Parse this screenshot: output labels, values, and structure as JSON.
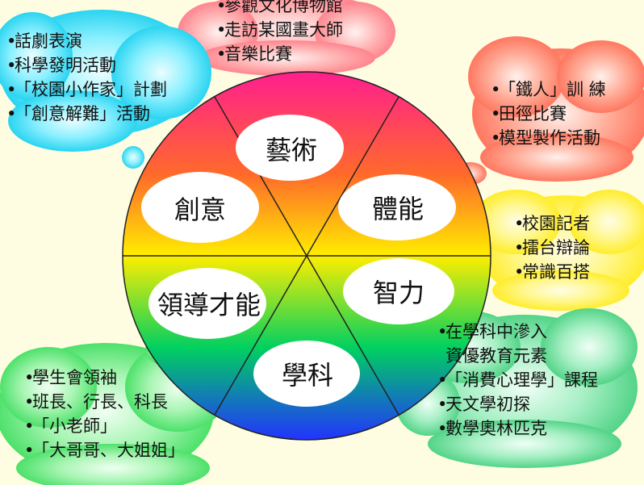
{
  "colors": {
    "background": "#fffde1",
    "cloud_arts": "#ff8f8f",
    "cloud_creativity": "#20d6f0",
    "cloud_physical": "#ff7a62",
    "cloud_intellect": "#fff140",
    "cloud_leadership": "#39e05c",
    "cloud_academic": "#3fd07a",
    "wheel_top": "#ff1e8f",
    "wheel_upper_mid": "#ff6a2a",
    "wheel_middle": "#ffee00",
    "wheel_lower_mid": "#00d060",
    "wheel_bottom": "#2233ff"
  },
  "segments": {
    "arts": "藝術",
    "physical": "體能",
    "intellect": "智力",
    "academic": "學科",
    "leadership": "領導才能",
    "creativity": "創意"
  },
  "lists": {
    "arts": [
      "參觀文化博物館",
      "走訪某國畫大師",
      "音樂比賽"
    ],
    "creativity": [
      "話劇表演",
      "科學發明活動",
      "「校園小作家」計劃",
      "「創意解難」活動"
    ],
    "physical": [
      "「鐵人」訓 練",
      "田徑比賽",
      "模型製作活動"
    ],
    "intellect": [
      "校園記者",
      "擂台辯論",
      "常識百搭"
    ],
    "leadership": [
      "學生會領袖",
      "班長、行長、科長",
      "「小老師」",
      "「大哥哥、大姐姐」"
    ],
    "academic": [
      "在學科中滲入",
      "資優教育元素",
      "「消費心理學」課程",
      "天文學初探",
      "數學奧林匹克"
    ]
  }
}
